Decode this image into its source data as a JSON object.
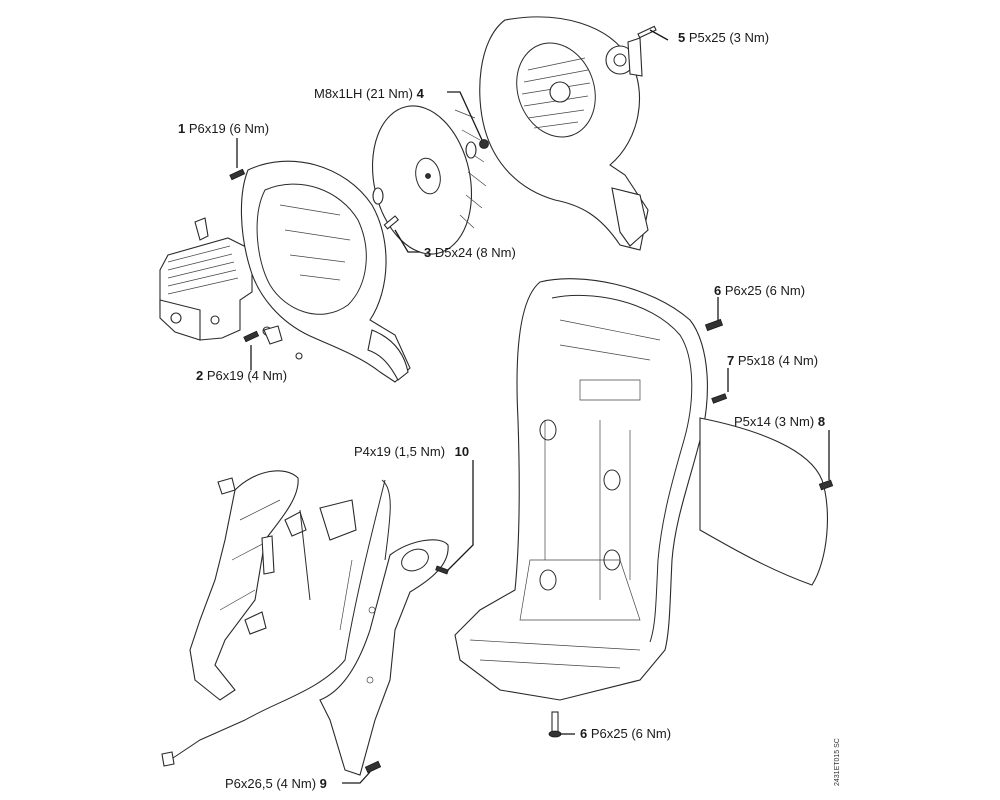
{
  "diagram": {
    "type": "exploded-parts-view",
    "subject": "Backpack blower assembly with torque specifications",
    "drawing_code": "2431ET015 SC",
    "callouts": [
      {
        "number": "1",
        "spec": "P6x19 (6 Nm)"
      },
      {
        "number": "2",
        "spec": "P6x19 (4 Nm)"
      },
      {
        "number": "3",
        "spec": "D5x24 (8 Nm)"
      },
      {
        "number": "4",
        "spec": "M8x1LH (21 Nm)"
      },
      {
        "number": "5",
        "spec": "P5x25 (3 Nm)"
      },
      {
        "number": "6",
        "spec": "P6x25 (6 Nm)"
      },
      {
        "number": "7",
        "spec": "P5x18 (4 Nm)"
      },
      {
        "number": "8",
        "spec": "P5x14 (3 Nm)"
      },
      {
        "number": "9",
        "spec": "P6x26,5 (4 Nm)"
      },
      {
        "number": "10",
        "spec": "P4x19 (1,5 Nm)"
      },
      {
        "number": "6",
        "spec": "P6x25 (6 Nm)"
      }
    ]
  }
}
